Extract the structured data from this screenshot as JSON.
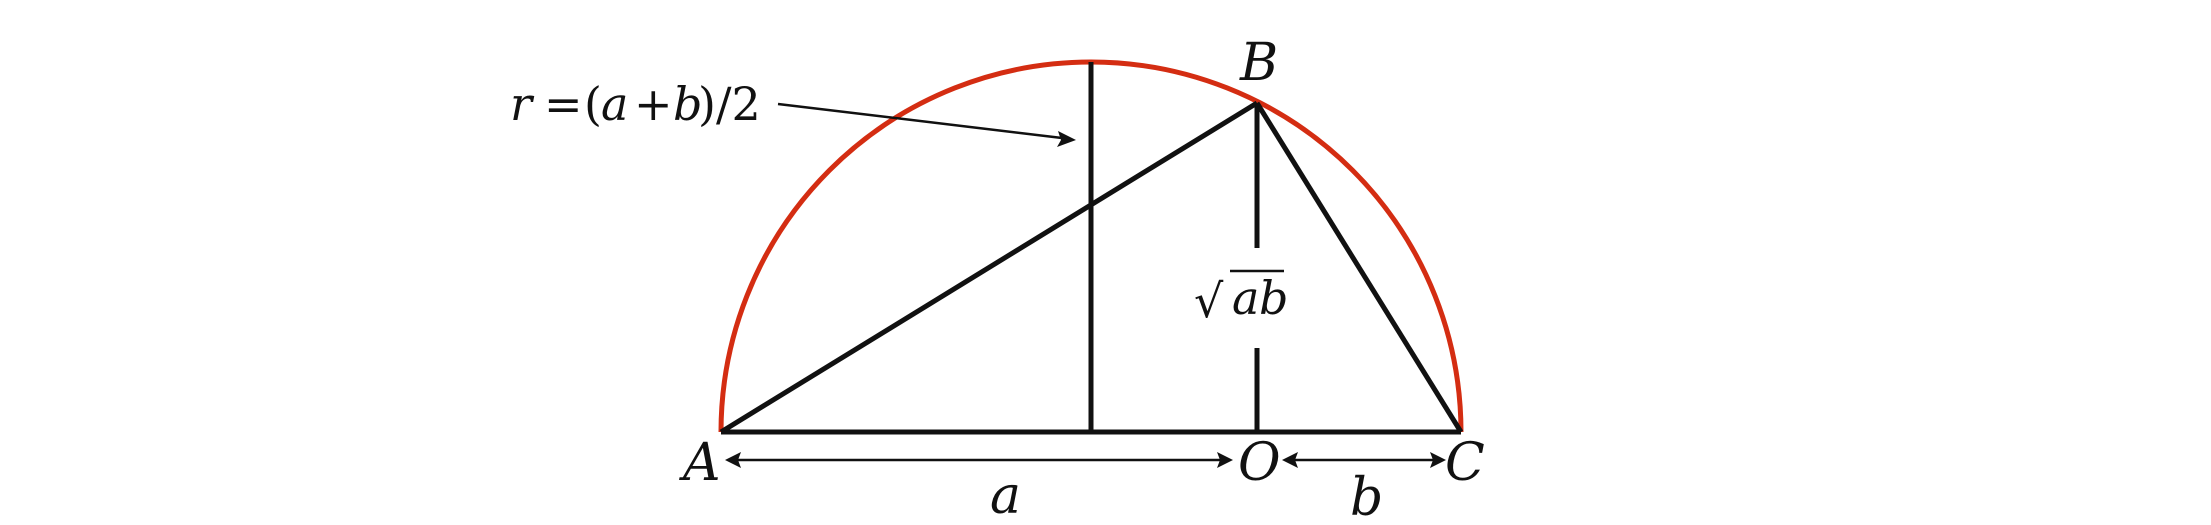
{
  "diagram": {
    "points": {
      "A": "A",
      "B": "B",
      "C": "C",
      "O": "O"
    },
    "lengths": {
      "a": "a",
      "b": "b"
    },
    "radius_label": {
      "r": "r",
      "eq": "=",
      "open": "(",
      "a": "a",
      "plus": "+",
      "b": "b",
      "close_div": ")/2"
    },
    "sqrt_label": {
      "sym": "√",
      "a": "a",
      "b": "b"
    },
    "colors": {
      "arc": "#d42d12",
      "lines": "#111111"
    }
  }
}
